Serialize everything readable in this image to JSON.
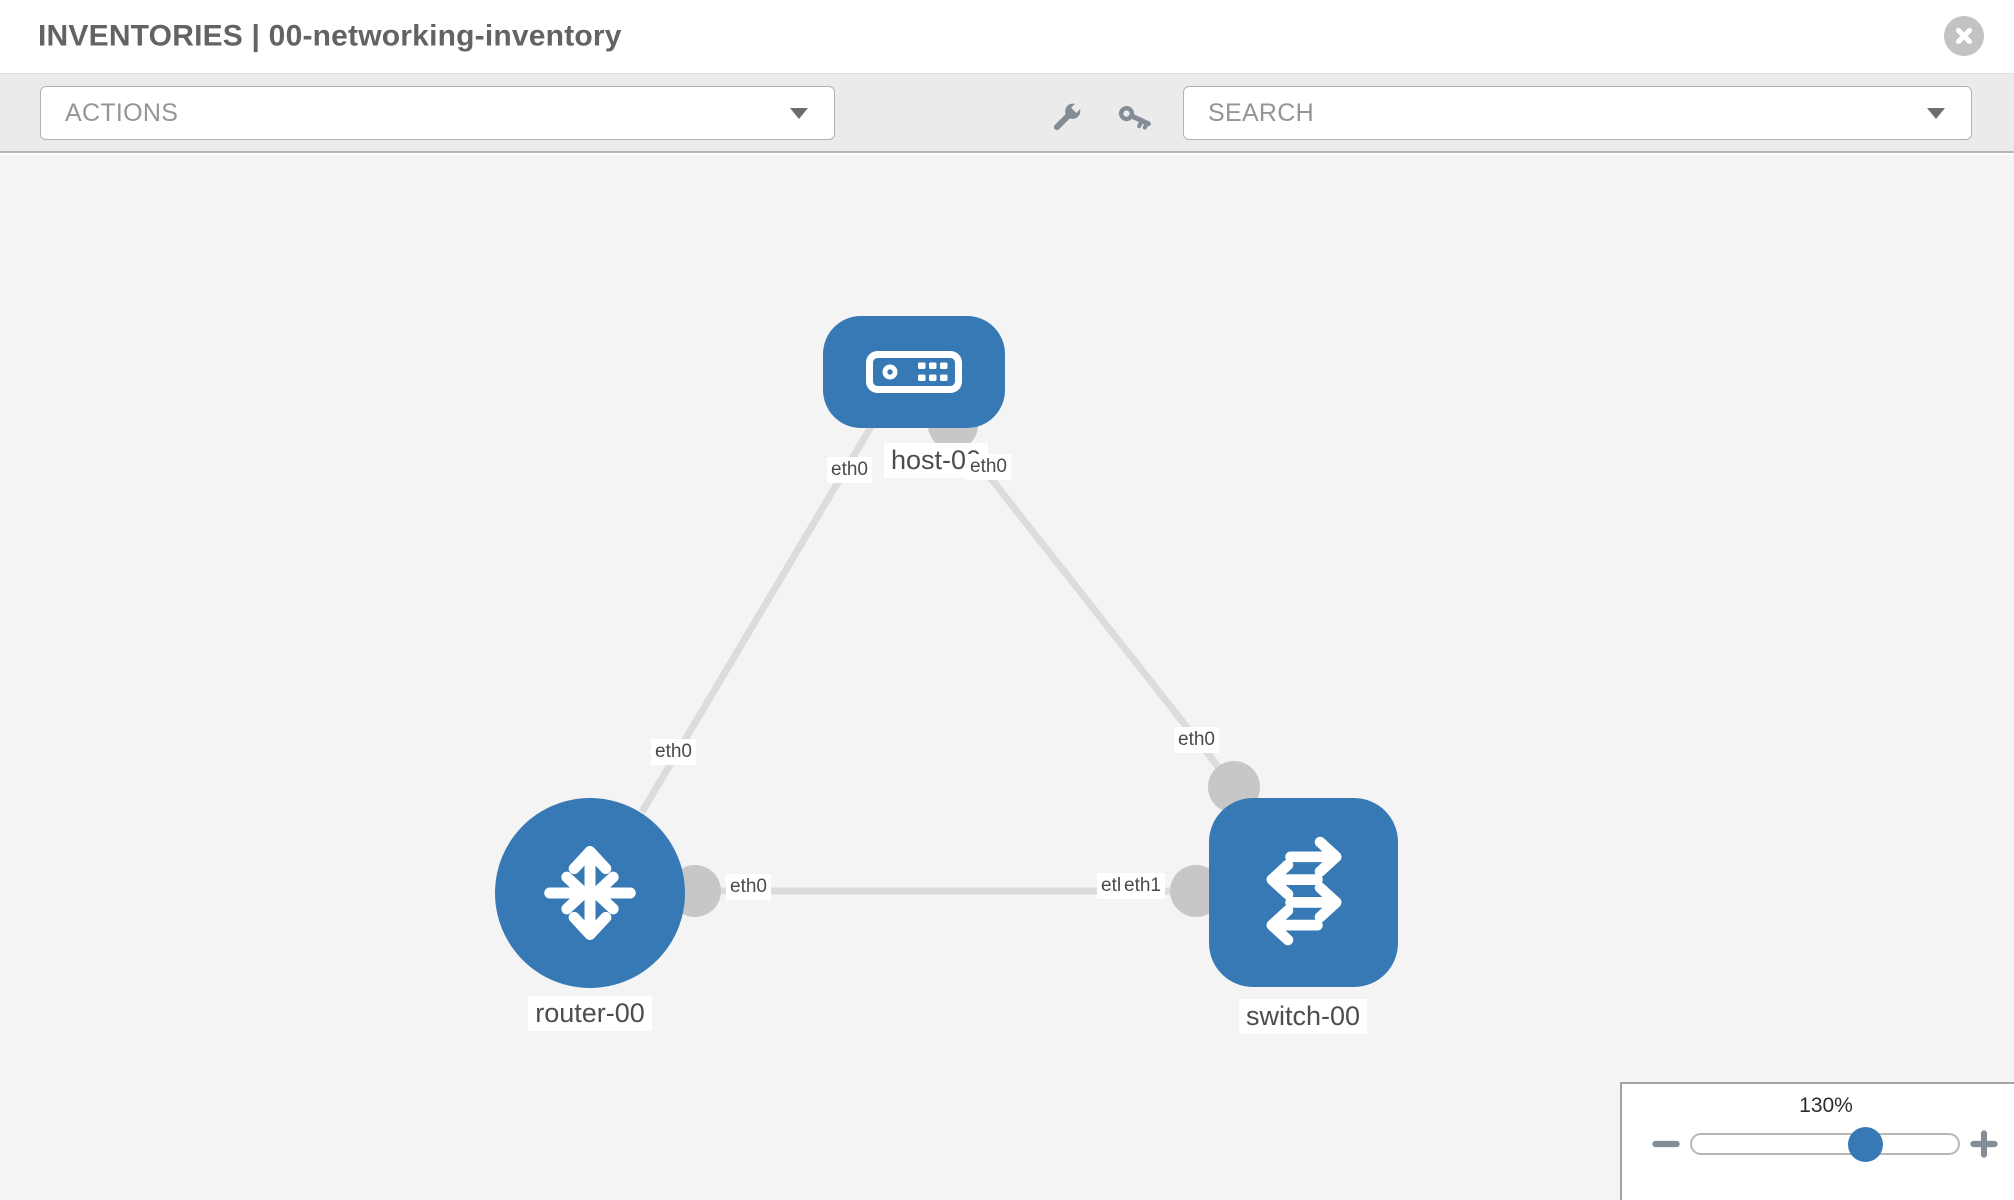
{
  "header": {
    "title": "INVENTORIES | 00-networking-inventory"
  },
  "toolbar": {
    "actions_label": "ACTIONS",
    "search_label": "SEARCH",
    "icons": [
      "wrench-icon",
      "key-icon"
    ]
  },
  "canvas": {
    "nodes": [
      {
        "id": "host-00",
        "type": "host",
        "label": "host-00"
      },
      {
        "id": "router-00",
        "type": "router",
        "label": "router-00"
      },
      {
        "id": "switch-00",
        "type": "switch",
        "label": "switch-00"
      }
    ],
    "links": [
      {
        "from": "host-00",
        "from_if": "eth0",
        "to": "router-00",
        "to_if": "eth0"
      },
      {
        "from": "host-00",
        "from_if": "eth0",
        "to": "switch-00",
        "to_if": "eth0"
      },
      {
        "from": "router-00",
        "from_if": "eth0",
        "to": "switch-00",
        "to_if": "eth1"
      }
    ],
    "overlapped_interface_label": "eth0"
  },
  "zoom_panel": {
    "level": "130%"
  },
  "colors": {
    "node_blue": "#3679b5",
    "link_gray": "#dcdcdc",
    "handle_gray": "#c7c7c7",
    "canvas_bg": "#f4f4f4",
    "toolbar_bg": "#ebebeb",
    "icon_gray": "#848d96"
  }
}
